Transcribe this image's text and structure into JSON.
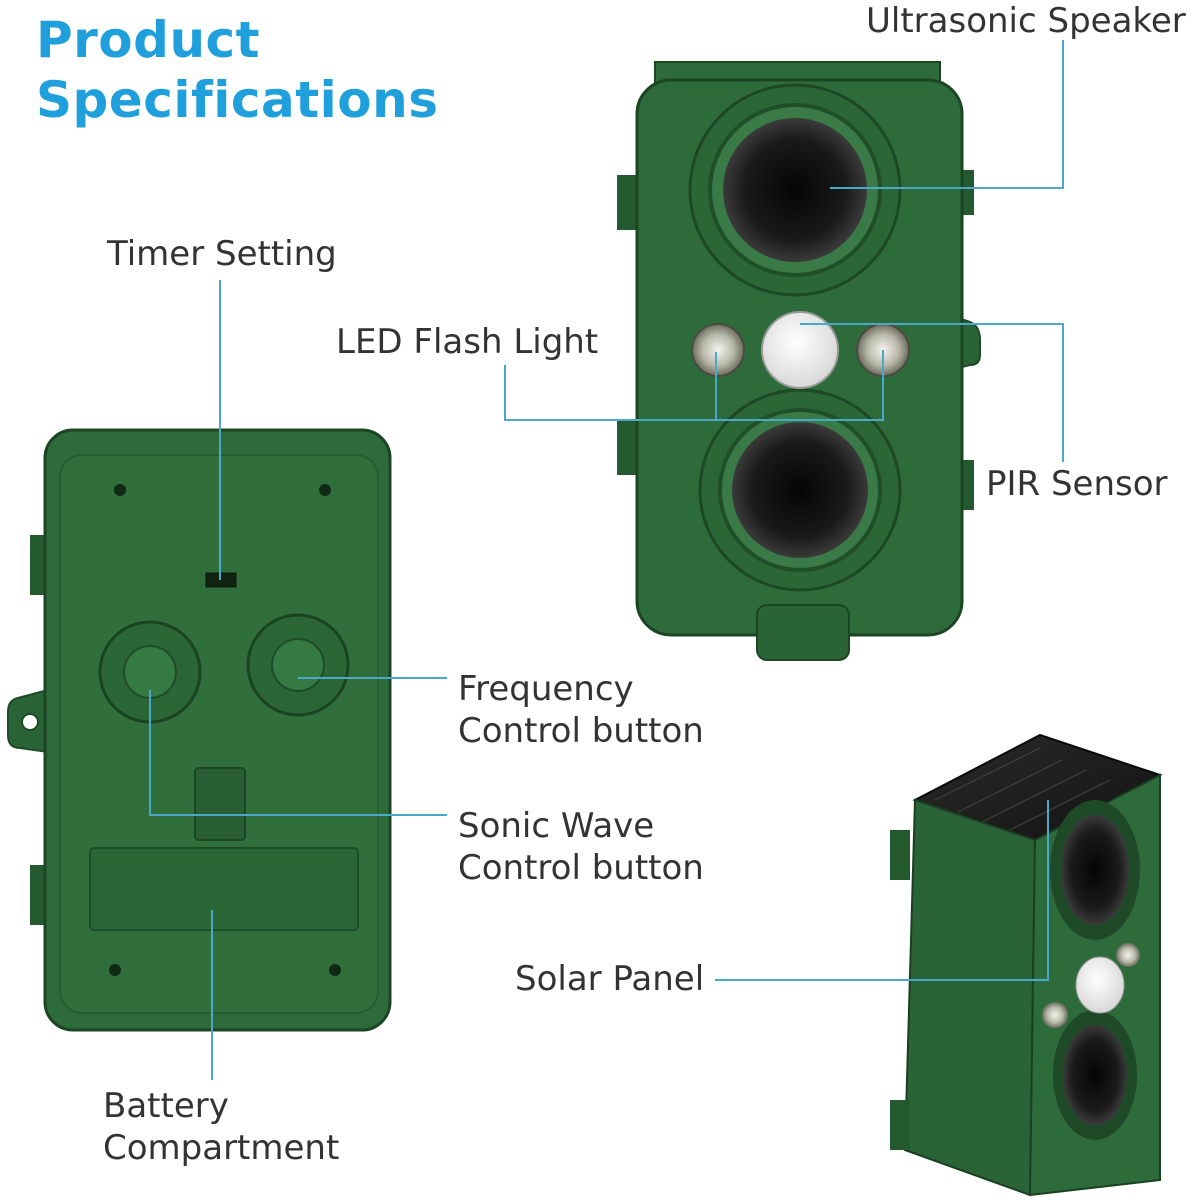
{
  "title": {
    "line1": "Product",
    "line2": "Specifications"
  },
  "labels": {
    "ultrasonic_speaker": "Ultrasonic Speaker",
    "timer_setting": "Timer Setting",
    "led_flash_light": "LED Flash Light",
    "pir_sensor": "PIR Sensor",
    "frequency_control_1": "Frequency",
    "frequency_control_2": "Control button",
    "sonic_wave_control_1": "Sonic Wave",
    "sonic_wave_control_2": "Control button",
    "solar_panel": "Solar Panel",
    "battery_compartment_1": "Battery",
    "battery_compartment_2": "Compartment"
  },
  "colors": {
    "title": "#1f9fdc",
    "callout_line": "#4aa9c9",
    "device_green": "#2e6b3a",
    "label_text": "#333333"
  }
}
